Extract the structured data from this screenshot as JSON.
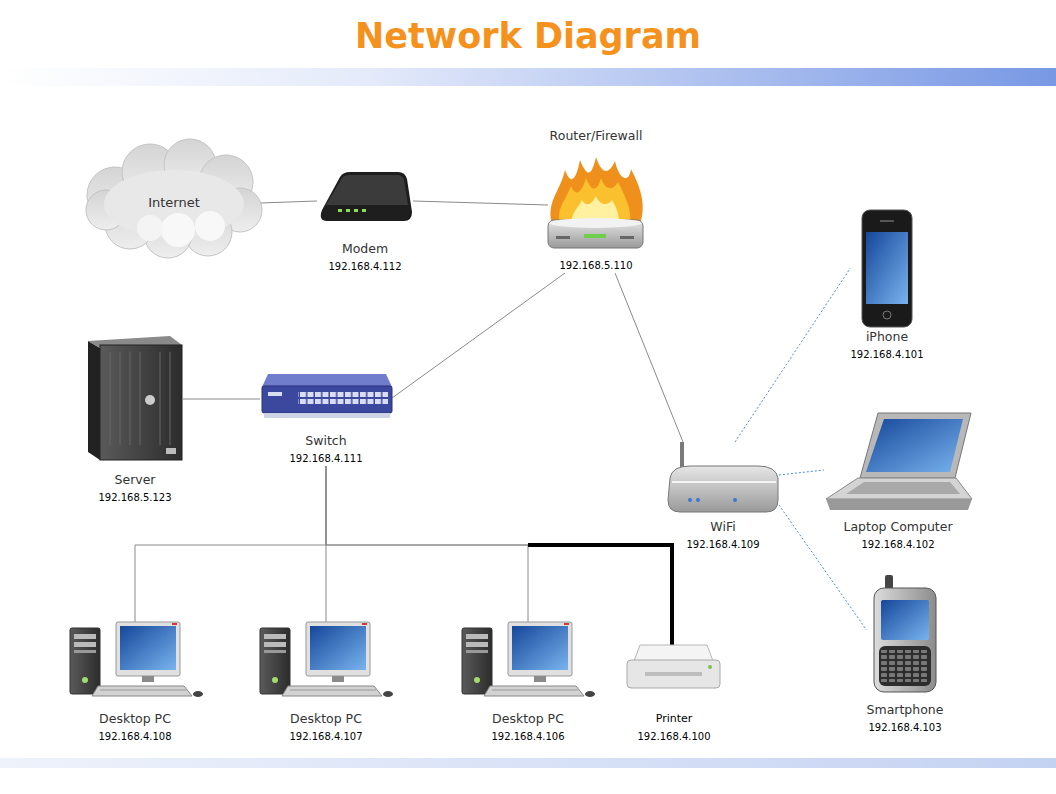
{
  "diagram": {
    "title": "Network Diagram",
    "nodes": [
      {
        "text": [
          "Internet"
        ]
      },
      {
        "text": [
          "Modem",
          "192.168.4.112"
        ]
      },
      {
        "text": [
          "Router/Firewall",
          "192.168.5.110"
        ]
      },
      {
        "text": [
          "iPhone",
          "192.168.4.101"
        ]
      },
      {
        "text": [
          "Server",
          "192.168.5.123"
        ]
      },
      {
        "text": [
          "Switch",
          "192.168.4.111"
        ]
      },
      {
        "text": [
          "Laptop Computer",
          "192.168.4.102"
        ]
      },
      {
        "text": [
          "WiFi",
          "192.168.4.109"
        ]
      },
      {
        "text": [
          "Smartphone",
          "192.168.4.103"
        ]
      },
      {
        "text": [
          "Desktop PC",
          "192.168.4.108"
        ]
      },
      {
        "text": [
          "Desktop PC",
          "192.168.4.107"
        ]
      },
      {
        "text": [
          "Desktop PC",
          "192.168.4.106"
        ]
      },
      {
        "text": [
          "Printer",
          "192.168.4.100"
        ]
      }
    ],
    "edges": [
      {
        "from": 0,
        "to": 1,
        "arrow": "none"
      },
      {
        "from": 1,
        "to": 2,
        "arrow": "none"
      },
      {
        "from": 2,
        "to": 5,
        "arrow": "none"
      },
      {
        "from": 2,
        "to": 7,
        "arrow": "none"
      },
      {
        "from": 4,
        "to": 5,
        "arrow": "none"
      },
      {
        "from": 5,
        "to": 9,
        "arrow": "none"
      },
      {
        "from": 5,
        "to": 10,
        "arrow": "none"
      },
      {
        "from": 5,
        "to": 11,
        "arrow": "none"
      },
      {
        "from": 5,
        "to": 12,
        "arrow": "none"
      },
      {
        "from": 7,
        "to": 3,
        "arrow": "none"
      },
      {
        "from": 7,
        "to": 6,
        "arrow": "none"
      },
      {
        "from": 7,
        "to": 8,
        "arrow": "none"
      }
    ]
  }
}
